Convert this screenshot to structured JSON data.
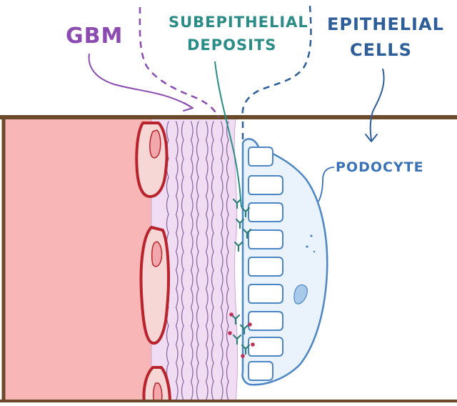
{
  "labels": {
    "gbm": "GBM",
    "subepithelial_line1": "SUBEPITHELIAL",
    "subepithelial_line2": "DEPOSITS",
    "epithelial_line1": "EPITHELIAL",
    "epithelial_line2": "CELLS",
    "podocyte": "PODOCYTE"
  },
  "colors": {
    "gbm_label": "#8b4bb0",
    "deposits_label": "#2a8c86",
    "epithelial_label": "#2e5e9a",
    "podocyte_label": "#3a72b8",
    "capillary_lumen": "#f8b6b6",
    "gbm_fill": "#f1ddf3",
    "gbm_strands": "#8c6aa0",
    "endothelial_outline": "#b8232c",
    "endothelial_fill": "#f7d6d6",
    "podocyte_fill": "#eaf3fb",
    "podocyte_outline": "#4c86c4",
    "frame": "#6b4a2b",
    "antibody": "#2f7d78",
    "antigen_dot": "#c0305a"
  }
}
